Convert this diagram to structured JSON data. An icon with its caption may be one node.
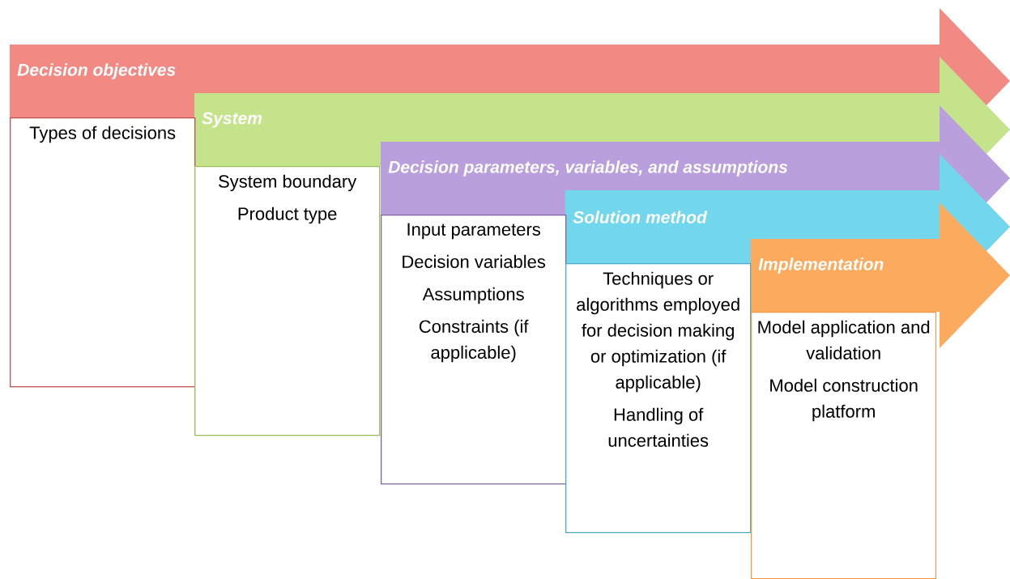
{
  "diagram": {
    "nodes": [
      {
        "text": [
          "Decision objectives"
        ]
      },
      {
        "text": [
          "Types of decisions"
        ]
      },
      {
        "text": [
          "System"
        ]
      },
      {
        "text": [
          "System boundary",
          "Product type"
        ]
      },
      {
        "text": [
          "Decision parameters, variables, and assumptions"
        ]
      },
      {
        "text": [
          "Input parameters",
          "Decision variables",
          "Assumptions",
          "Constraints (if applicable)"
        ]
      },
      {
        "text": [
          "Solution method"
        ]
      },
      {
        "text": [
          "Techniques or algorithms employed for decision making or optimization (if applicable)",
          "Handling of uncertainties"
        ]
      },
      {
        "text": [
          "Implementation"
        ]
      },
      {
        "text": [
          "Model application and validation",
          "Model construction platform"
        ]
      }
    ]
  }
}
